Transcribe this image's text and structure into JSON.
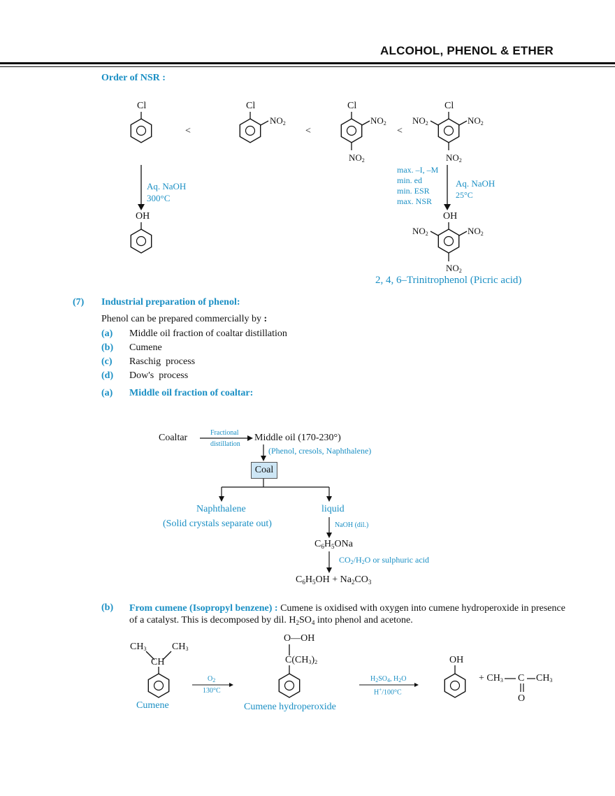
{
  "header": {
    "title": "ALCOHOL, PHENOL & ETHER"
  },
  "nsr": {
    "heading": "Order of NSR :",
    "cl": "Cl",
    "no2": "NO",
    "sub2": "2",
    "lt": "<",
    "left_reagent": {
      "line1": "Aq. NaOH",
      "line2": "300°C"
    },
    "right_reagent": {
      "line1": "Aq. NaOH",
      "line2": "25°C"
    },
    "effects": [
      "max. –I, –M",
      "min. ed",
      "min. ESR",
      "max. NSR"
    ],
    "oh": "OH",
    "picric_name": "2, 4, 6–Trinitrophenol (Picric acid)"
  },
  "section7": {
    "number": "(7)",
    "title": "Industrial preparation of phenol:",
    "intro": "Phenol can be prepared commercially by",
    "intro_colon": ":",
    "items": [
      {
        "label": "(a)",
        "text": "Middle oil fraction of coaltar distillation"
      },
      {
        "label": "(b)",
        "text": "Cumene"
      },
      {
        "label": "(c)",
        "text": "Raschig  process"
      },
      {
        "label": "(d)",
        "text": "Dow's  process"
      }
    ],
    "sub_a": {
      "label": "(a)",
      "title": "Middle oil fraction of coaltar:"
    }
  },
  "coaltar": {
    "coaltar": "Coaltar",
    "fractional": "Fractional",
    "distillation": "distillation",
    "middle_oil": "Middle oil (170-230°)",
    "components": "(Phenol, cresols, Naphthalene)",
    "coal": "Coal",
    "naphthalene": "Naphthalene",
    "naphthalene_note": "(Solid crystals separate out)",
    "liquid": "liquid",
    "naoh": "NaOH (dil.)",
    "c6h5ona": {
      "a": "C",
      "b": "6",
      "c": "H",
      "d": "5",
      "e": "ONa"
    },
    "co2": {
      "a": "CO",
      "b": "2",
      "c": "/H",
      "d": "2",
      "e": "O or sulphuric acid"
    },
    "products": {
      "a": "C",
      "b": "6",
      "c": "H",
      "d": "5",
      "e": "OH + Na",
      "f": "2",
      "g": "CO",
      "h": "3"
    }
  },
  "cumene": {
    "label": "(b)",
    "title": "From cumene (Isopropyl benzene) :",
    "text1": "Cumene is oxidised with oxygen into cumene hydroperoxide in presence",
    "text2a": "of a catalyst. This is decomposed by dil. H",
    "text2_sub2": "2",
    "text2b": "SO",
    "text2_sub4": "4",
    "text2c": " into phenol and acetone.",
    "ch3": "CH",
    "sub3": "3",
    "ch": "CH",
    "cumene_name": "Cumene",
    "o2": "O",
    "o2_sub": "2",
    "temp1": "130°C",
    "ooh": "O—OH",
    "cch3": "C(CH",
    "cch3_close": ")",
    "hydroperoxide_name": "Cumene hydroperoxide",
    "reagent2a": "H",
    "reagent2b": "SO",
    "reagent2c": ", H",
    "reagent2d": "O",
    "sub4": "4",
    "hplus": "H",
    "hplus_sup": "+",
    "temp2": "/100°C",
    "oh": "OH",
    "acetone_left": "+ CH",
    "acetone_c": "C",
    "acetone_right": "CH",
    "acetone_o": "O"
  }
}
